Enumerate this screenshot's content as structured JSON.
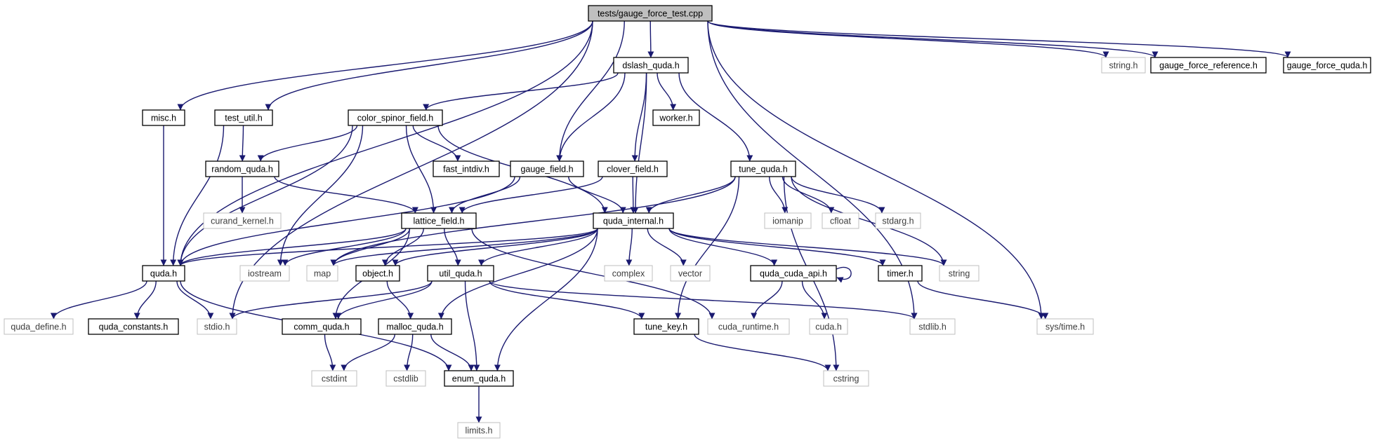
{
  "graph": {
    "root": "tests/gauge_force_test.cpp",
    "nodes": [
      {
        "id": "root",
        "label": "tests/gauge_force_test.cpp",
        "kind": "root"
      },
      {
        "id": "dslash_quda",
        "label": "dslash_quda.h",
        "kind": "local"
      },
      {
        "id": "string_h",
        "label": "string.h",
        "kind": "system"
      },
      {
        "id": "gauge_force_reference",
        "label": "gauge_force_reference.h",
        "kind": "local"
      },
      {
        "id": "gauge_force_quda",
        "label": "gauge_force_quda.h",
        "kind": "local"
      },
      {
        "id": "misc",
        "label": "misc.h",
        "kind": "local"
      },
      {
        "id": "test_util",
        "label": "test_util.h",
        "kind": "local"
      },
      {
        "id": "color_spinor_field",
        "label": "color_spinor_field.h",
        "kind": "local"
      },
      {
        "id": "worker",
        "label": "worker.h",
        "kind": "local"
      },
      {
        "id": "random_quda",
        "label": "random_quda.h",
        "kind": "local"
      },
      {
        "id": "fast_intdiv",
        "label": "fast_intdiv.h",
        "kind": "local"
      },
      {
        "id": "gauge_field",
        "label": "gauge_field.h",
        "kind": "local"
      },
      {
        "id": "clover_field",
        "label": "clover_field.h",
        "kind": "local"
      },
      {
        "id": "tune_quda",
        "label": "tune_quda.h",
        "kind": "local"
      },
      {
        "id": "curand_kernel",
        "label": "curand_kernel.h",
        "kind": "system"
      },
      {
        "id": "lattice_field",
        "label": "lattice_field.h",
        "kind": "local"
      },
      {
        "id": "quda_internal",
        "label": "quda_internal.h",
        "kind": "local"
      },
      {
        "id": "iomanip",
        "label": "iomanip",
        "kind": "system"
      },
      {
        "id": "cfloat",
        "label": "cfloat",
        "kind": "system"
      },
      {
        "id": "stdarg",
        "label": "stdarg.h",
        "kind": "system"
      },
      {
        "id": "quda",
        "label": "quda.h",
        "kind": "local"
      },
      {
        "id": "iostream",
        "label": "iostream",
        "kind": "system"
      },
      {
        "id": "map",
        "label": "map",
        "kind": "system"
      },
      {
        "id": "object",
        "label": "object.h",
        "kind": "local"
      },
      {
        "id": "util_quda",
        "label": "util_quda.h",
        "kind": "local"
      },
      {
        "id": "complex",
        "label": "complex",
        "kind": "system"
      },
      {
        "id": "vector",
        "label": "vector",
        "kind": "system"
      },
      {
        "id": "quda_cuda_api",
        "label": "quda_cuda_api.h",
        "kind": "local"
      },
      {
        "id": "timer",
        "label": "timer.h",
        "kind": "local"
      },
      {
        "id": "string",
        "label": "string",
        "kind": "system"
      },
      {
        "id": "quda_define",
        "label": "quda_define.h",
        "kind": "system"
      },
      {
        "id": "quda_constants",
        "label": "quda_constants.h",
        "kind": "local"
      },
      {
        "id": "stdio",
        "label": "stdio.h",
        "kind": "system"
      },
      {
        "id": "comm_quda",
        "label": "comm_quda.h",
        "kind": "local"
      },
      {
        "id": "malloc_quda",
        "label": "malloc_quda.h",
        "kind": "local"
      },
      {
        "id": "tune_key",
        "label": "tune_key.h",
        "kind": "local"
      },
      {
        "id": "cuda_runtime",
        "label": "cuda_runtime.h",
        "kind": "system"
      },
      {
        "id": "cuda_h",
        "label": "cuda.h",
        "kind": "system"
      },
      {
        "id": "stdlib_h",
        "label": "stdlib.h",
        "kind": "system"
      },
      {
        "id": "sys_time",
        "label": "sys/time.h",
        "kind": "system"
      },
      {
        "id": "cstdint",
        "label": "cstdint",
        "kind": "system"
      },
      {
        "id": "cstdlib",
        "label": "cstdlib",
        "kind": "system"
      },
      {
        "id": "enum_quda",
        "label": "enum_quda.h",
        "kind": "local"
      },
      {
        "id": "cstring",
        "label": "cstring",
        "kind": "system"
      },
      {
        "id": "limits",
        "label": "limits.h",
        "kind": "system"
      }
    ],
    "edges": [
      [
        "root",
        "dslash_quda"
      ],
      [
        "root",
        "string_h"
      ],
      [
        "root",
        "gauge_force_reference"
      ],
      [
        "root",
        "gauge_force_quda"
      ],
      [
        "root",
        "misc"
      ],
      [
        "root",
        "test_util"
      ],
      [
        "root",
        "quda"
      ],
      [
        "root",
        "stdio"
      ],
      [
        "root",
        "gauge_field"
      ],
      [
        "root",
        "stdlib_h"
      ],
      [
        "root",
        "sys_time"
      ],
      [
        "dslash_quda",
        "color_spinor_field"
      ],
      [
        "dslash_quda",
        "worker"
      ],
      [
        "dslash_quda",
        "gauge_field"
      ],
      [
        "dslash_quda",
        "clover_field"
      ],
      [
        "dslash_quda",
        "quda_internal"
      ],
      [
        "dslash_quda",
        "tune_quda"
      ],
      [
        "misc",
        "quda"
      ],
      [
        "test_util",
        "random_quda"
      ],
      [
        "test_util",
        "quda"
      ],
      [
        "color_spinor_field",
        "random_quda"
      ],
      [
        "color_spinor_field",
        "fast_intdiv"
      ],
      [
        "color_spinor_field",
        "lattice_field"
      ],
      [
        "color_spinor_field",
        "quda_internal"
      ],
      [
        "color_spinor_field",
        "quda"
      ],
      [
        "color_spinor_field",
        "iostream"
      ],
      [
        "random_quda",
        "curand_kernel"
      ],
      [
        "random_quda",
        "lattice_field"
      ],
      [
        "gauge_field",
        "lattice_field"
      ],
      [
        "gauge_field",
        "quda_internal"
      ],
      [
        "gauge_field",
        "quda"
      ],
      [
        "clover_field",
        "lattice_field"
      ],
      [
        "clover_field",
        "quda_internal"
      ],
      [
        "tune_quda",
        "quda_internal"
      ],
      [
        "tune_quda",
        "iomanip"
      ],
      [
        "tune_quda",
        "cfloat"
      ],
      [
        "tune_quda",
        "stdarg"
      ],
      [
        "tune_quda",
        "string"
      ],
      [
        "tune_quda",
        "cstring"
      ],
      [
        "tune_quda",
        "tune_key"
      ],
      [
        "tune_quda",
        "map"
      ],
      [
        "lattice_field",
        "quda"
      ],
      [
        "lattice_field",
        "iostream"
      ],
      [
        "lattice_field",
        "map"
      ],
      [
        "lattice_field",
        "object"
      ],
      [
        "lattice_field",
        "util_quda"
      ],
      [
        "lattice_field",
        "comm_quda"
      ],
      [
        "lattice_field",
        "cuda_runtime"
      ],
      [
        "quda_internal",
        "quda"
      ],
      [
        "quda_internal",
        "map"
      ],
      [
        "quda_internal",
        "object"
      ],
      [
        "quda_internal",
        "util_quda"
      ],
      [
        "quda_internal",
        "complex"
      ],
      [
        "quda_internal",
        "vector"
      ],
      [
        "quda_internal",
        "quda_cuda_api"
      ],
      [
        "quda_internal",
        "timer"
      ],
      [
        "quda_internal",
        "string"
      ],
      [
        "quda_internal",
        "malloc_quda"
      ],
      [
        "quda_internal",
        "enum_quda"
      ],
      [
        "quda",
        "quda_define"
      ],
      [
        "quda",
        "quda_constants"
      ],
      [
        "quda",
        "stdio"
      ],
      [
        "quda",
        "enum_quda"
      ],
      [
        "object",
        "malloc_quda"
      ],
      [
        "util_quda",
        "comm_quda"
      ],
      [
        "util_quda",
        "stdio"
      ],
      [
        "util_quda",
        "tune_key"
      ],
      [
        "util_quda",
        "enum_quda"
      ],
      [
        "util_quda",
        "stdlib_h"
      ],
      [
        "quda_cuda_api",
        "quda_cuda_api"
      ],
      [
        "quda_cuda_api",
        "cuda_runtime"
      ],
      [
        "quda_cuda_api",
        "cuda_h"
      ],
      [
        "timer",
        "sys_time"
      ],
      [
        "comm_quda",
        "cstdint"
      ],
      [
        "malloc_quda",
        "cstdint"
      ],
      [
        "malloc_quda",
        "cstdlib"
      ],
      [
        "malloc_quda",
        "enum_quda"
      ],
      [
        "tune_key",
        "cstring"
      ],
      [
        "enum_quda",
        "limits"
      ]
    ]
  },
  "colors": {
    "edge": "#191970",
    "root_fill": "#bfbfbf",
    "local_border": "#000000",
    "system_border": "#bfbfbf"
  }
}
